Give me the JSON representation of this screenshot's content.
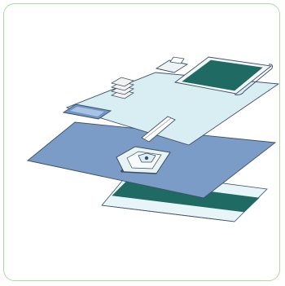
{
  "figure": {
    "kind": "exploded-view illustration of drape set components",
    "colors": {
      "frame_border": "#a9dca0",
      "main_drape": "#7b9cc6",
      "table_cover": "#d9eef3",
      "green_band": "#1f6b63",
      "bottom_sheet": "#e8f5f8",
      "outline": "#3d4f66"
    },
    "components": [
      "bottom-sheet",
      "main-drape",
      "table-cover",
      "instrument-pouch",
      "tape-strip",
      "towel-stack",
      "small-tape",
      "green-panel",
      "fenestration"
    ]
  }
}
